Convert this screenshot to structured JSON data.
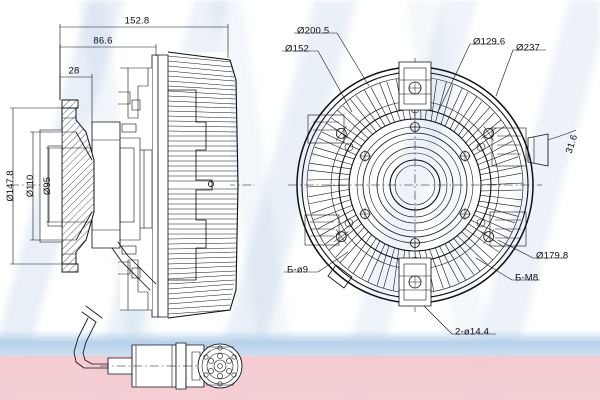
{
  "drawing": {
    "title": "Viscous fan clutch assembly technical drawing",
    "views": {
      "left": "cross-section-view",
      "right": "front-face-view",
      "detail": "connector-detail-view"
    }
  },
  "dimensions": {
    "overall_length": "152.8",
    "sub_length": "86.6",
    "flange_depth": "28",
    "outer_diameter_section": "Ø147.8",
    "bolt_circle_section": "Ø110",
    "pilot_diameter_section": "Ø95",
    "fan_outer_diameter": "Ø200.5",
    "blade_inner_diameter": "Ø152",
    "hub_plate_diameter": "Ø129.6",
    "overall_fan_diameter": "Ø237",
    "side_thickness": "31.6",
    "bolt_circle_face": "Ø179.8",
    "hole_pattern_small": "Б-ø9",
    "thread_pattern": "Б-M8",
    "hole_pattern_large": "2-ø14.4"
  },
  "labels": [
    {
      "id": "overall-length",
      "text": "152.8"
    },
    {
      "id": "sub-length",
      "text": "86.6"
    },
    {
      "id": "flange-depth",
      "text": "28"
    },
    {
      "id": "outer-dia-section",
      "text": "Ø147.8"
    },
    {
      "id": "bolt-circle-section",
      "text": "Ø110"
    },
    {
      "id": "pilot-dia-section",
      "text": "Ø95"
    },
    {
      "id": "fan-outer-dia",
      "text": "Ø200.5"
    },
    {
      "id": "blade-inner-dia",
      "text": "Ø152"
    },
    {
      "id": "hub-plate-dia",
      "text": "Ø129.6"
    },
    {
      "id": "overall-fan-dia",
      "text": "Ø237"
    },
    {
      "id": "side-thickness",
      "text": "31.6"
    },
    {
      "id": "bolt-circle-face",
      "text": "Ø179.8"
    },
    {
      "id": "hole-pattern-small",
      "text": "Б-ø9"
    },
    {
      "id": "thread-pattern",
      "text": "Б-M8"
    },
    {
      "id": "hole-pattern-large",
      "text": "2-ø14.4"
    }
  ],
  "colors": {
    "line": "#10131a",
    "band_blue": "#b3d0ea",
    "band_pink": "#f4c9cf",
    "watermark": "#78a0cd",
    "paper": "#ffffff"
  }
}
